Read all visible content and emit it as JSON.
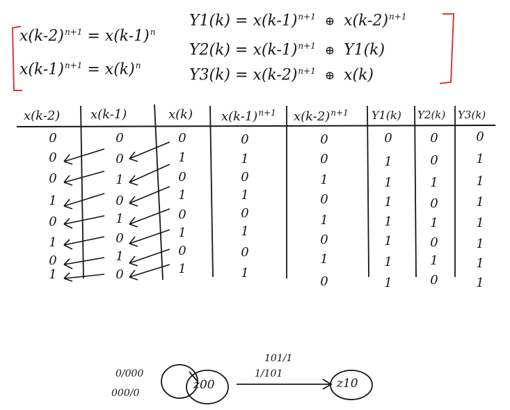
{
  "equations_left": [
    {
      "lhs": "x(k-2)",
      "lhs_sup": "n+1",
      "rhs": "= x(k-1)",
      "rhs_sup": "n"
    },
    {
      "lhs": "x(k-1)",
      "lhs_sup": "n+1",
      "rhs": "= x(k)",
      "rhs_sup": "n"
    }
  ],
  "equations_right": [
    {
      "lhs": "Y1(k) =",
      "a": "x(k-1)",
      "a_sup": "n+1",
      "op": "⊕",
      "b": "x(k-2)",
      "b_sup": "n+1"
    },
    {
      "lhs": "Y2(k) =",
      "a": "x(k-1)",
      "a_sup": "n+1",
      "op": "⊕",
      "b": "Y1(k)",
      "b_sup": ""
    },
    {
      "lhs": "Y3(k) =",
      "a": "x(k-2)",
      "a_sup": "n+1",
      "op": "⊕",
      "b": "x(k)",
      "b_sup": ""
    }
  ],
  "table": {
    "headers": [
      {
        "text": "x(k-2)",
        "sup": ""
      },
      {
        "text": "x(k-1)",
        "sup": ""
      },
      {
        "text": "x(k)",
        "sup": ""
      },
      {
        "text": "x(k-1)",
        "sup": "n+1"
      },
      {
        "text": "x(k-2)",
        "sup": "n+1"
      },
      {
        "text": "Y1(k)",
        "sup": ""
      },
      {
        "text": "Y2(k)",
        "sup": ""
      },
      {
        "text": "Y3(k)",
        "sup": ""
      }
    ],
    "rows": [
      [
        "0",
        "0",
        "0",
        "0",
        "0",
        "0",
        "0",
        "0"
      ],
      [
        "0",
        "0",
        "1",
        "1",
        "0",
        "1",
        "0",
        "1"
      ],
      [
        "0",
        "1",
        "0",
        "0",
        "1",
        "1",
        "1",
        "1"
      ],
      [
        "1",
        "0",
        "1",
        "1",
        "0",
        "1",
        "0",
        "1"
      ],
      [
        "0",
        "1",
        "0",
        "0",
        "1",
        "1",
        "1",
        "1"
      ],
      [
        "1",
        "0",
        "1",
        "1",
        "0",
        "1",
        "0",
        "1"
      ],
      [
        "0",
        "1",
        "0",
        "0",
        "1",
        "1",
        "1",
        "1"
      ],
      [
        "1",
        "0",
        "1",
        "1",
        "0",
        "1",
        "0",
        "1"
      ]
    ]
  },
  "state_diagram": {
    "self_loop_labels": [
      "0/000",
      "000/0"
    ],
    "states": [
      "z00",
      "z10"
    ],
    "transition_labels": [
      "101/1",
      "1/101"
    ]
  }
}
